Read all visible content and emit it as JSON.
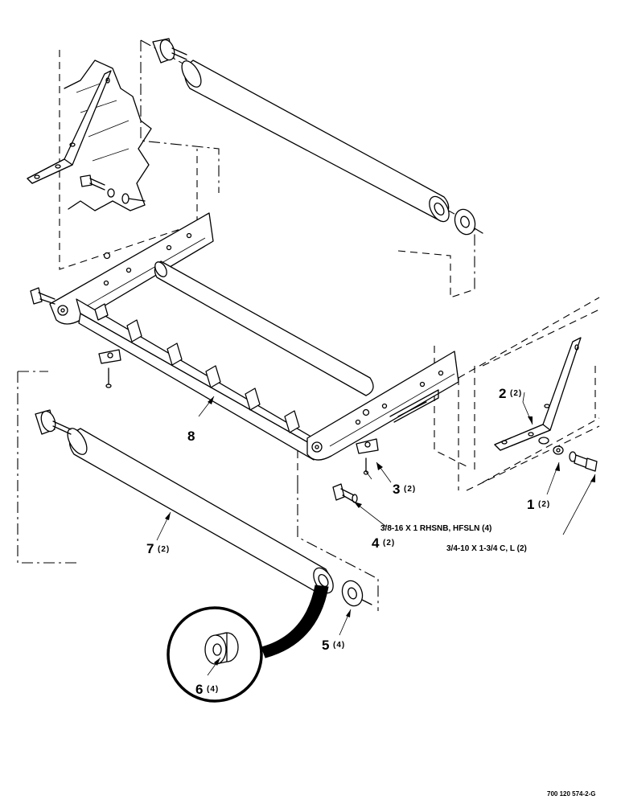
{
  "callouts": [
    {
      "num": "1",
      "qty": "(2)"
    },
    {
      "num": "2",
      "qty": "(2)"
    },
    {
      "num": "3",
      "qty": "(2)"
    },
    {
      "num": "4",
      "qty": "(2)"
    },
    {
      "num": "5",
      "qty": "(4)"
    },
    {
      "num": "6",
      "qty": "(4)"
    },
    {
      "num": "7",
      "qty": "(2)"
    },
    {
      "num": "8",
      "qty": ""
    }
  ],
  "hardware_notes": [
    "3/8-16 X 1 RHSNB, HFSLN (4)",
    "3/4-10 X 1-3/4 C, L (2)"
  ],
  "drawing_number": "700 120 574-2-G"
}
